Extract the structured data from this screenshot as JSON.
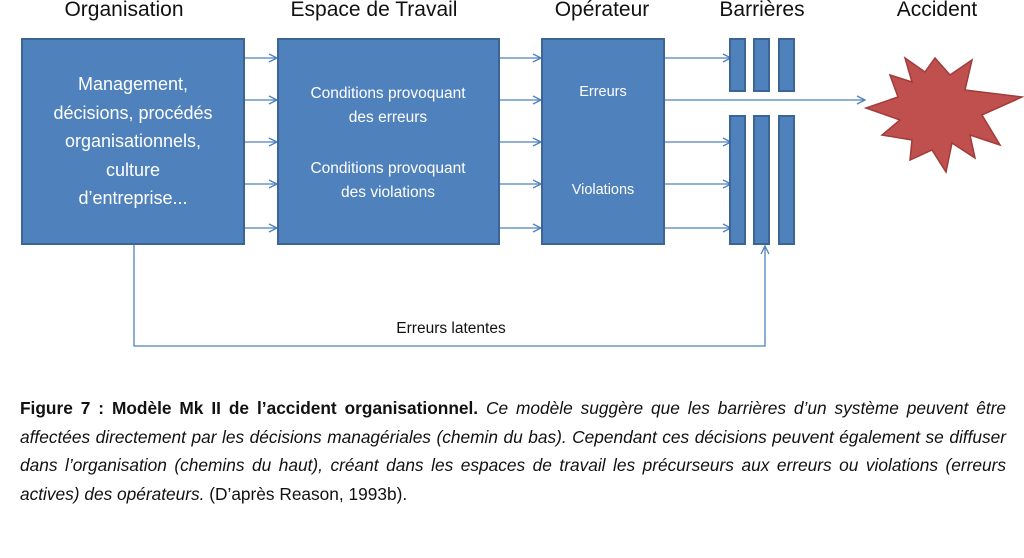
{
  "headers": {
    "organisation": "Organisation",
    "workspace": "Espace de Travail",
    "operator": "Opérateur",
    "barriers": "Barrières",
    "accident": "Accident"
  },
  "organisation_box": {
    "lines": [
      "Management,",
      "décisions, procédés",
      "organisationnels,",
      "culture",
      "d’entreprise..."
    ]
  },
  "workspace_box": {
    "errors_conditions": [
      "Conditions provoquant",
      "des erreurs"
    ],
    "violations_conditions": [
      "Conditions provoquant",
      "des violations"
    ]
  },
  "operator_box": {
    "errors": "Erreurs",
    "violations": "Violations"
  },
  "latent_path_label": "Erreurs latentes",
  "colors": {
    "box": "#4f81bd",
    "box_border": "#3a6595",
    "arrow": "#4f81bd",
    "accident": "#c0504d"
  },
  "caption": {
    "bold": "Figure 7 : Modèle Mk II de l’accident organisationnel.",
    "italic": " Ce modèle suggère que les barrières d’un système peuvent être affectées directement par les décisions managériales (chemin du bas). Cependant ces décisions peuvent également se diffuser dans l’organisation (chemins du haut), créant dans les espaces de travail les précurseurs aux erreurs ou violations (erreurs actives) des opérateurs.",
    "source": " (D’après Reason, 1993b)."
  }
}
